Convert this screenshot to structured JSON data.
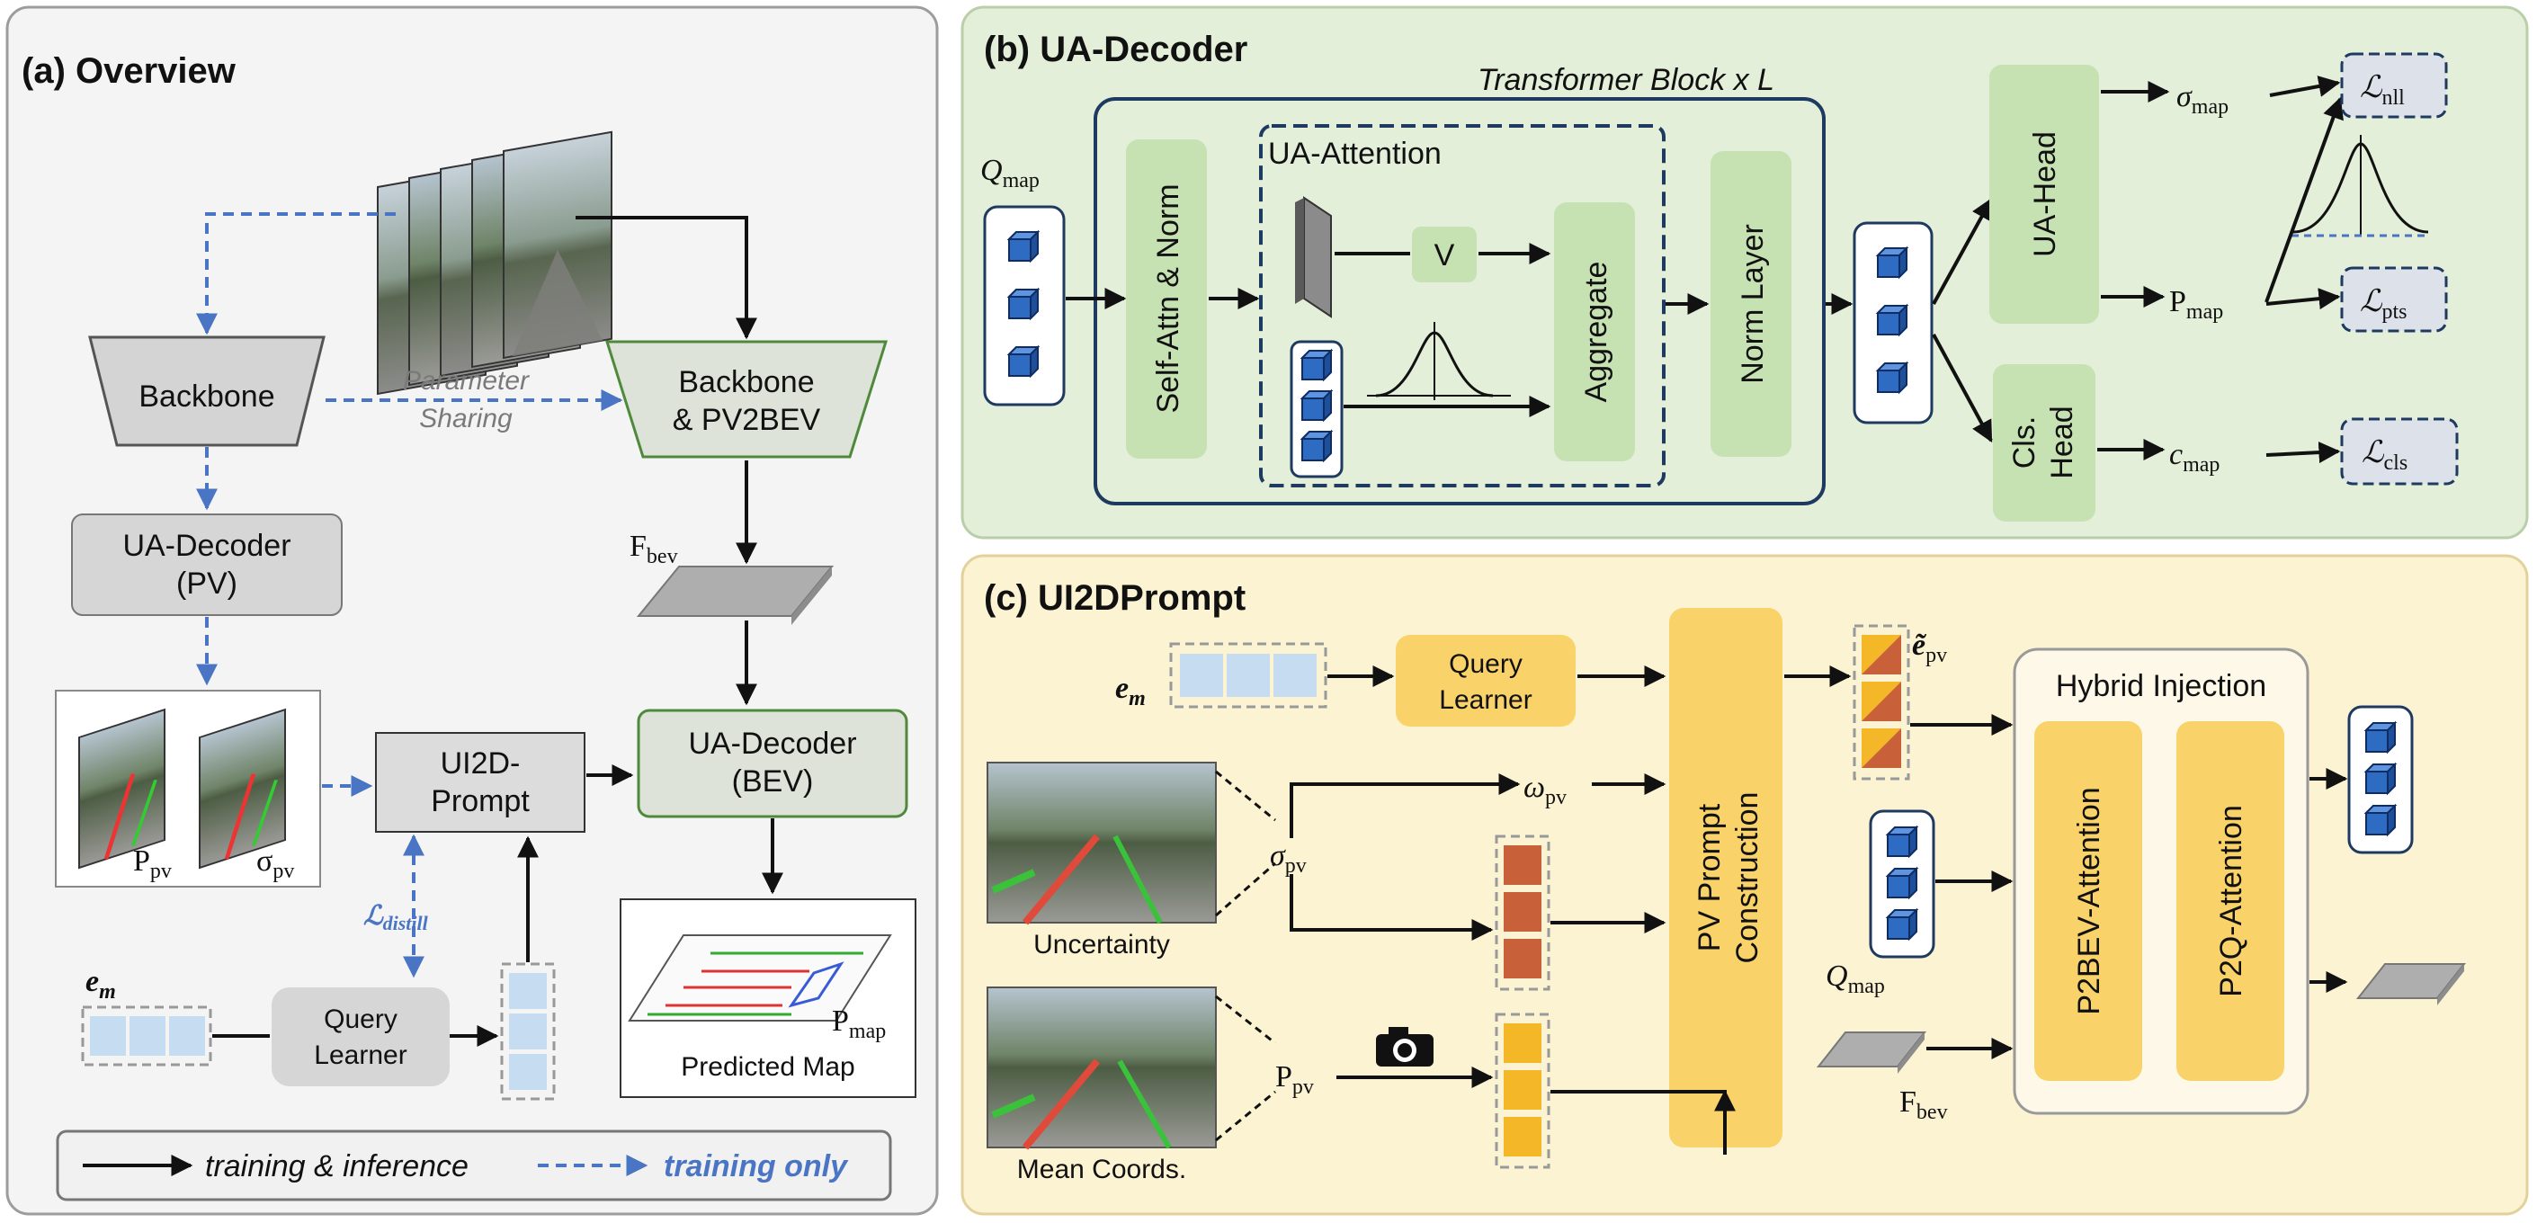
{
  "legend": {
    "solid": "training & inference",
    "dashed": "training only"
  },
  "overview": {
    "title": "(a) Overview",
    "backbone": "Backbone",
    "param_line1": "Parameter",
    "param_line2": "Sharing",
    "backbone_bev_line1": "Backbone",
    "backbone_bev_line2": "& PV2BEV",
    "fbev": "F",
    "fbev_sub": "bev",
    "decoder_pv_line1": "UA-Decoder",
    "decoder_pv_line2": "(PV)",
    "decoder_bev_line1": "UA-Decoder",
    "decoder_bev_line2": "(BEV)",
    "ui2d_line1": "UI2D-",
    "ui2d_line2": "Prompt",
    "ppv": "P",
    "ppv_sub": "pv",
    "sigma_pv": "σ",
    "sigma_pv_sub": "pv",
    "distill": "ℒ",
    "distill_sub": "distill",
    "em": "e",
    "em_sub": "m",
    "query_line1": "Query",
    "query_line2": "Learner",
    "pmap": "P",
    "pmap_sub": "map",
    "predicted_map": "Predicted Map"
  },
  "decoder": {
    "title": "(b) UA-Decoder",
    "transformer": "Transformer Block x L",
    "q": "Q",
    "q_sub": "map",
    "self_attn": "Self-Attn & Norm",
    "ua_attention": "UA-Attention",
    "v": "V",
    "aggregate": "Aggregate",
    "norm_layer": "Norm Layer",
    "ua_head": "UA-Head",
    "cls_line1": "Cls.",
    "cls_line2": "Head",
    "sigma": "σ",
    "sigma_sub": "map",
    "p": "P",
    "p_sub": "map",
    "c": "c",
    "c_sub": "map",
    "loss_nll_sub": "nll",
    "loss_pts_sub": "pts",
    "loss_cls_sub": "cls",
    "loss_symbol": "ℒ"
  },
  "prompt": {
    "title": "(c) UI2DPrompt",
    "em": "e",
    "em_sub": "m",
    "query_line1": "Query",
    "query_line2": "Learner",
    "pv_prompt_line1": "PV Prompt",
    "pv_prompt_line2": "Construction",
    "e_tilde": "ẽ",
    "e_tilde_sub": "pv",
    "hybrid": "Hybrid Injection",
    "p2bev": "P2BEV-Attention",
    "p2q": "P2Q-Attention",
    "omega": "ω",
    "omega_sub": "pv",
    "sigma": "σ",
    "sigma_sub": "pv",
    "uncertainty": "Uncertainty",
    "mean_coords": "Mean Coords.",
    "ppv": "P",
    "ppv_sub": "pv",
    "q": "Q",
    "q_sub": "map",
    "fbev": "F",
    "fbev_sub": "bev"
  },
  "colors": {
    "blue_dashed": "#4a74c4",
    "green_panel": "#e3efd9",
    "yellow_panel": "#fcf3d2",
    "green_box": "#c6e2b3",
    "yellow_box": "#f9d36a",
    "gray_box": "#dadada",
    "cube_blue": "#2e6cc4",
    "orange_bar": "#c8613a",
    "yellow_bar": "#f4b728",
    "light_blue_cell": "#c5dcf1"
  }
}
